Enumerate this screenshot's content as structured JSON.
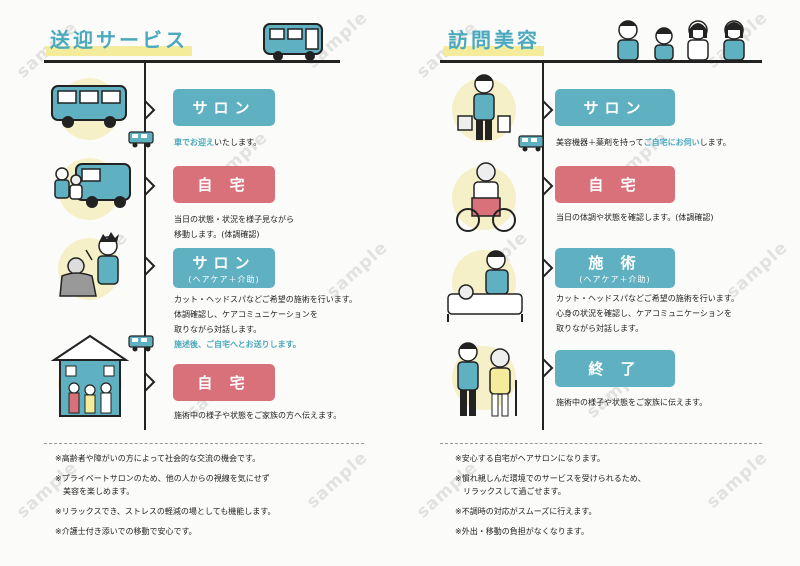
{
  "watermark": "sample",
  "left": {
    "title": "送迎サービス",
    "steps": [
      {
        "label": "サロン",
        "sub": "",
        "color": "#5fb1c2",
        "desc": [
          {
            "text": "車でお迎え",
            "accent": true
          },
          {
            "text": "いたします。",
            "accent": false
          }
        ]
      },
      {
        "label": "自 宅",
        "sub": "",
        "color": "#d9717a",
        "desc_lines": [
          "当日の状態・状況を様子見ながら",
          "移動します。(体調確認)"
        ]
      },
      {
        "label": "サロン",
        "sub": "(ヘアケア＋介助)",
        "color": "#5fb1c2",
        "desc_lines": [
          "カット・ヘッドスパなどご希望の施術を行います。",
          "体調確認し、ケアコミュニケーションを",
          "取りながら対話します。"
        ],
        "accent_line": "施述後、ご自宅へとお送りします。"
      },
      {
        "label": "自 宅",
        "sub": "",
        "color": "#d9717a",
        "desc_lines": [
          "施術中の様子や状態をご家族の方へ伝えます。"
        ]
      }
    ],
    "notes": [
      "※高齢者や障がいの方によって社会的な交流の機会です。",
      "※プライベートサロンのため、他の人からの視線を気にせず\n　美容を楽しめます。",
      "※リラックスでき、ストレスの軽減の場としても機能します。",
      "※介護士付き添いでの移動で安心です。"
    ]
  },
  "right": {
    "title": "訪問美容",
    "steps": [
      {
        "label": "サロン",
        "sub": "",
        "color": "#5fb1c2",
        "desc_pre": "美容機器＋薬剤を持って",
        "desc_accent": "ご自宅にお伺い",
        "desc_post": "します。"
      },
      {
        "label": "自 宅",
        "sub": "",
        "color": "#d9717a",
        "desc_lines": [
          "当日の体調や状態を確認します。(体調確認)"
        ]
      },
      {
        "label": "施 術",
        "sub": "(ヘアケア＋介助)",
        "color": "#5fb1c2",
        "desc_lines": [
          "カット・ヘッドスパなどご希望の施術を行います。",
          "心身の状況を確認し、ケアコミュニケーションを",
          "取りながら対話します。"
        ]
      },
      {
        "label": "終 了",
        "sub": "",
        "color": "#5fb1c2",
        "desc_lines": [
          "施術中の様子や状態をご家族に伝えます。"
        ]
      }
    ],
    "notes": [
      "※安心する自宅がヘアサロンになります。",
      "※慣れ親しんだ環境でのサービスを受けられるため、\n　リラックスして過ごせます。",
      "※不調時の対応がスムーズに行えます。",
      "※外出・移動の負担がなくなります。"
    ]
  },
  "colors": {
    "accent_blue": "#5fb1c2",
    "accent_red": "#d9717a",
    "highlight_yellow": "#f4ec9a",
    "title_blue": "#4aa9bd"
  }
}
